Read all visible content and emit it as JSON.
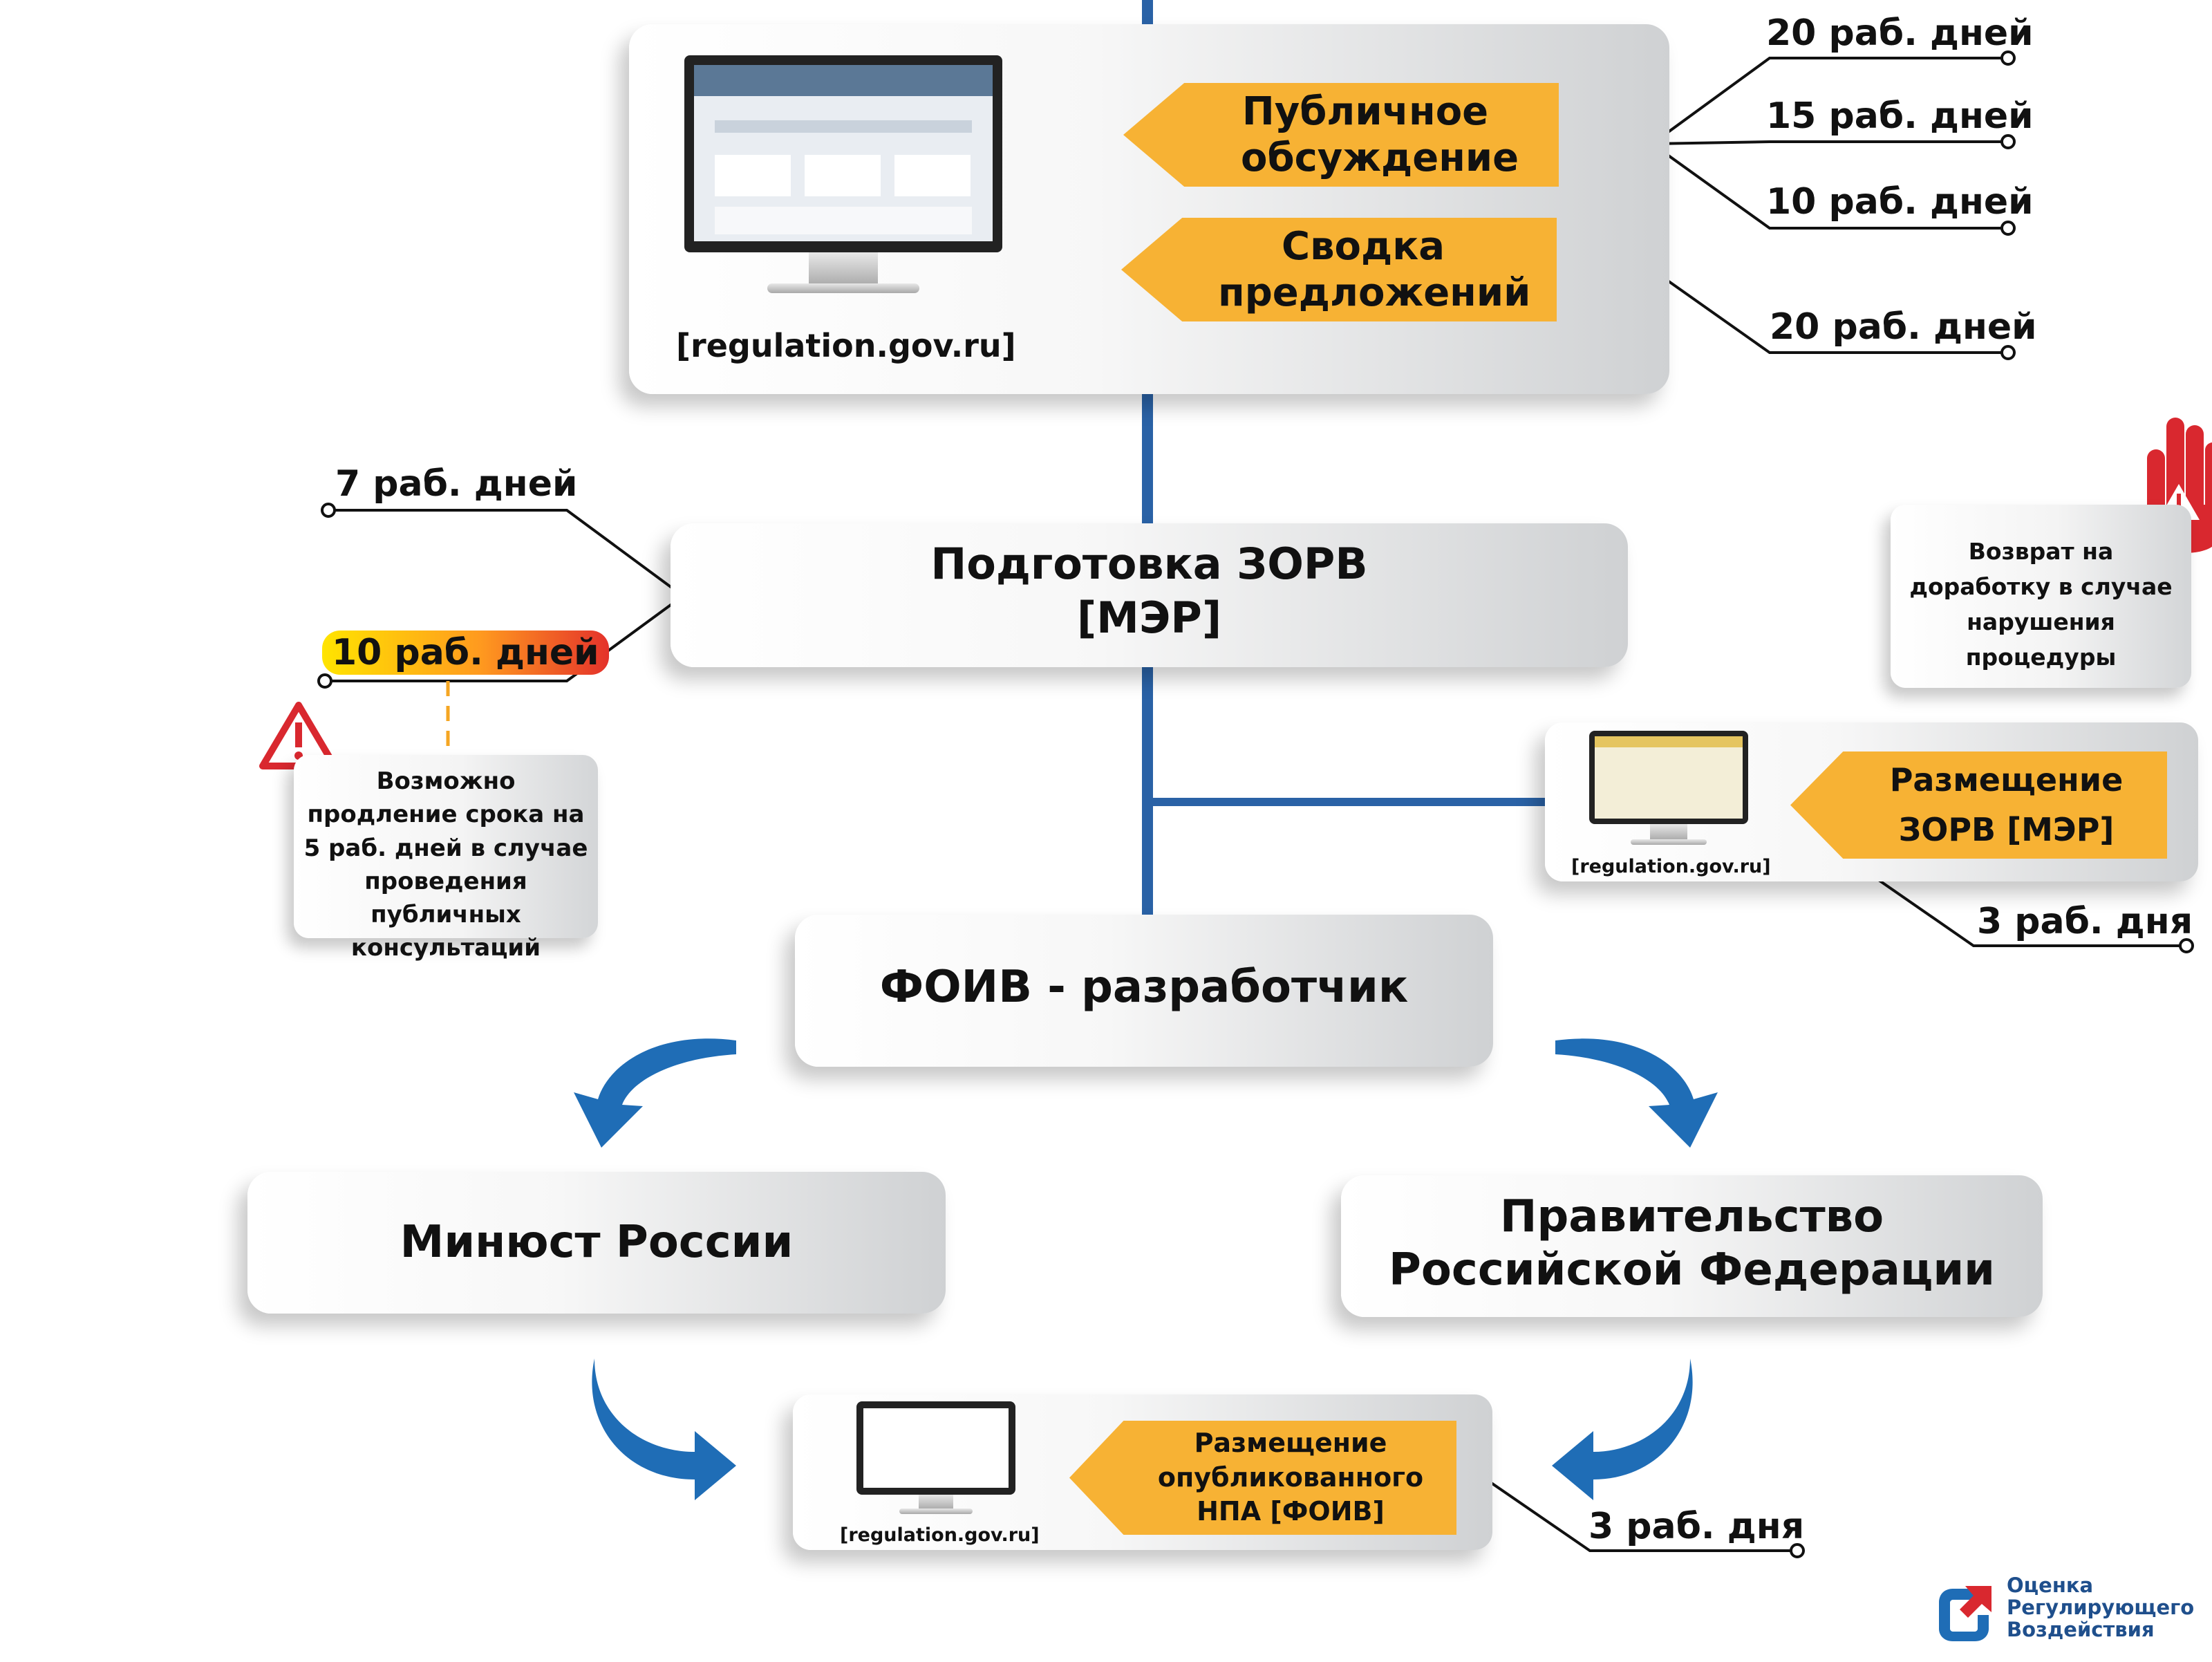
{
  "top_box": {
    "url": "[regulation.gov.ru]",
    "tag_public": "Публичное обсуждение",
    "tag_summary": "Сводка предложений",
    "days": [
      "20 раб. дней",
      "15 раб. дней",
      "10 раб. дней",
      "20 раб. дней"
    ]
  },
  "zorv": {
    "title": "Подготовка ЗОРВ",
    "subtitle": "[МЭР]",
    "days_1": "7 раб. дней",
    "days_2": "10 раб. дней"
  },
  "warning_note": "Возможно продление срока на 5 раб. дней в случае проведения публичных консультаций",
  "return_note": "Возврат на доработку в случае нарушения процедуры",
  "placement_zorv": {
    "url": "[regulation.gov.ru]",
    "tag": "Размещение ЗОРВ [МЭР]",
    "days": "3 раб. дня"
  },
  "foiv": {
    "title": "ФОИВ - разработчик"
  },
  "minjust": {
    "title": "Минюст России"
  },
  "government": {
    "title": "Правительство Российской Федерации"
  },
  "placement_npa": {
    "url": "[regulation.gov.ru]",
    "tag": "Размещение опубликованного НПА [ФОИВ]",
    "days": "3 раб. дня"
  },
  "logo": {
    "text": "Оценка Регулирующего Воздействия"
  },
  "colors": {
    "blue_line": "#2a62a6",
    "tag": "#f7b234",
    "arrow": "#1f6db6",
    "alert": "#d9282f"
  }
}
